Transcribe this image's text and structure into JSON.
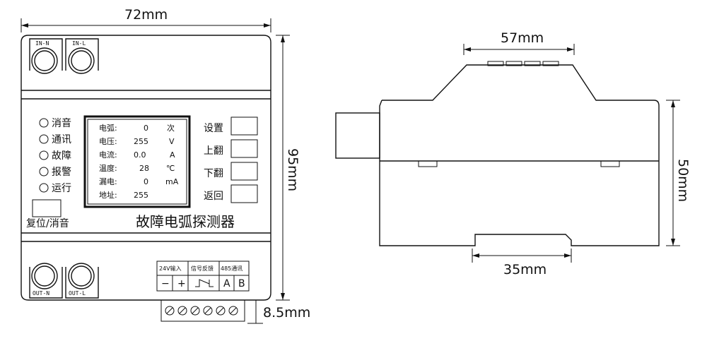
{
  "front_view": {
    "width_dim": "72mm",
    "height_dim": "95mm",
    "terminal_depth_dim": "8.5mm",
    "terminals_top": [
      "IN-N",
      "IN-L"
    ],
    "terminals_bottom": [
      "OUT-N",
      "OUT-L"
    ],
    "indicators": [
      "消音",
      "通讯",
      "故障",
      "报警",
      "运行"
    ],
    "reset_label": "复位/消音",
    "display_rows": [
      {
        "label": "电弧:",
        "value": "0",
        "unit": "次"
      },
      {
        "label": "电压:",
        "value": "255",
        "unit": "V"
      },
      {
        "label": "电流:",
        "value": "0.0",
        "unit": "A"
      },
      {
        "label": "温度:",
        "value": "28",
        "unit": "℃"
      },
      {
        "label": "漏电:",
        "value": "0",
        "unit": "mA"
      },
      {
        "label": "地址:",
        "value": "255",
        "unit": ""
      }
    ],
    "buttons": [
      "设置",
      "上翻",
      "下翻",
      "返回"
    ],
    "device_name": "故障电弧探测器",
    "terminal_groups": [
      "24V输入",
      "信号反馈",
      "485通讯"
    ],
    "terminal_signs": [
      "−",
      "+",
      "A",
      "B"
    ]
  },
  "side_view": {
    "top_dim": "57mm",
    "height_dim": "50mm",
    "rail_dim": "35mm"
  }
}
